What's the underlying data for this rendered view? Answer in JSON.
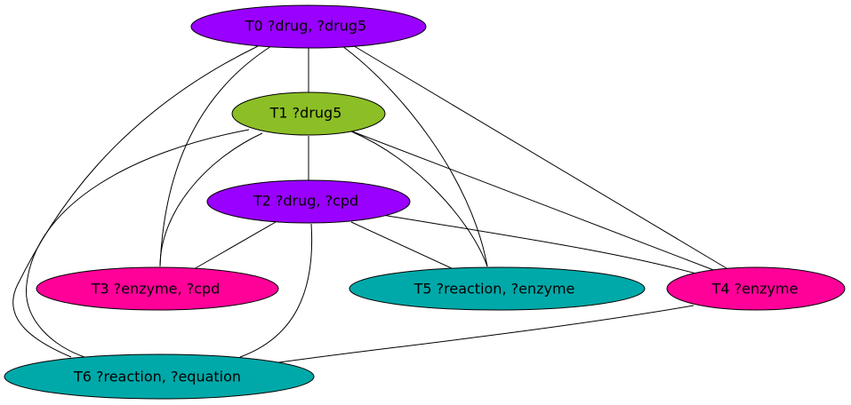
{
  "colors": {
    "purple": "#9900ff",
    "green": "#8cbf26",
    "pink": "#ff0099",
    "teal": "#00a9a9"
  },
  "nodes": [
    {
      "id": "T0",
      "label": "T0 ?drug, ?drug5",
      "color": "purple"
    },
    {
      "id": "T1",
      "label": "T1 ?drug5",
      "color": "green"
    },
    {
      "id": "T2",
      "label": "T2 ?drug, ?cpd",
      "color": "purple"
    },
    {
      "id": "T3",
      "label": "T3 ?enzyme, ?cpd",
      "color": "pink"
    },
    {
      "id": "T4",
      "label": "T4 ?enzyme",
      "color": "pink"
    },
    {
      "id": "T5",
      "label": "T5 ?reaction, ?enzyme",
      "color": "teal"
    },
    {
      "id": "T6",
      "label": "T6 ?reaction, ?equation",
      "color": "teal"
    }
  ],
  "edges": [
    [
      "T0",
      "T1"
    ],
    [
      "T0",
      "T3"
    ],
    [
      "T0",
      "T5"
    ],
    [
      "T0",
      "T4"
    ],
    [
      "T0",
      "T6"
    ],
    [
      "T1",
      "T2"
    ],
    [
      "T1",
      "T3"
    ],
    [
      "T1",
      "T5"
    ],
    [
      "T1",
      "T4"
    ],
    [
      "T1",
      "T6"
    ],
    [
      "T2",
      "T3"
    ],
    [
      "T2",
      "T5"
    ],
    [
      "T2",
      "T4"
    ],
    [
      "T2",
      "T6"
    ],
    [
      "T4",
      "T6"
    ]
  ]
}
